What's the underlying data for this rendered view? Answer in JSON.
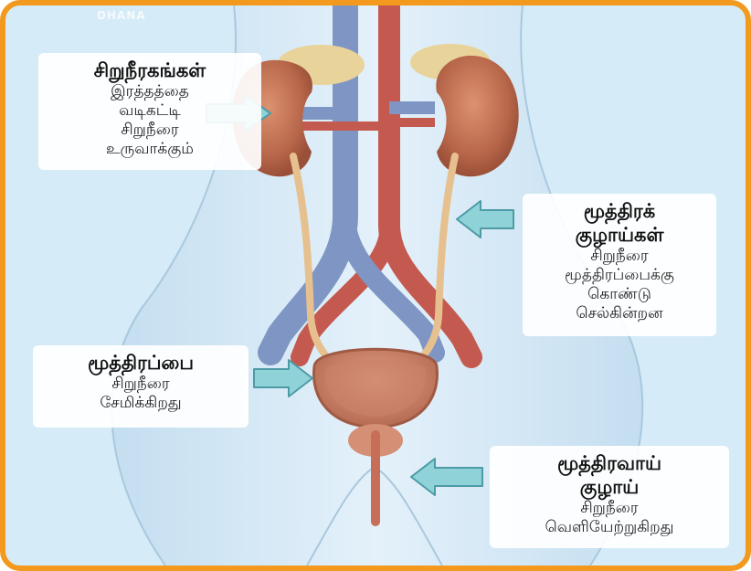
{
  "watermark": "DHANA",
  "colors": {
    "frame_border": "#f39a1e",
    "background": "#d5ebf7",
    "kidney": "#c0734f",
    "vein": "#7f95c4",
    "artery": "#c45a4f",
    "arrow": "#8fd3d8"
  },
  "labels": {
    "kidneys": {
      "title": "சிறுநீரகங்கள்",
      "lines": [
        "இரத்தத்தை",
        "வடிகட்டி",
        "சிறுநீரை",
        "உருவாக்கும்"
      ]
    },
    "ureters": {
      "title_lines": [
        "மூத்திரக்",
        "குழாய்கள்"
      ],
      "lines": [
        "சிறுநீரை",
        "மூத்திரப்பைக்கு",
        "கொண்டு",
        "செல்கின்றன"
      ]
    },
    "bladder": {
      "title": "மூத்திரப்பை",
      "lines": [
        "சிறுநீரை",
        "சேமிக்கிறது"
      ]
    },
    "urethra": {
      "title_lines": [
        "மூத்திரவாய்",
        "குழாய்"
      ],
      "lines": [
        "சிறுநீரை",
        "வெளியேற்றுகிறது"
      ]
    }
  }
}
